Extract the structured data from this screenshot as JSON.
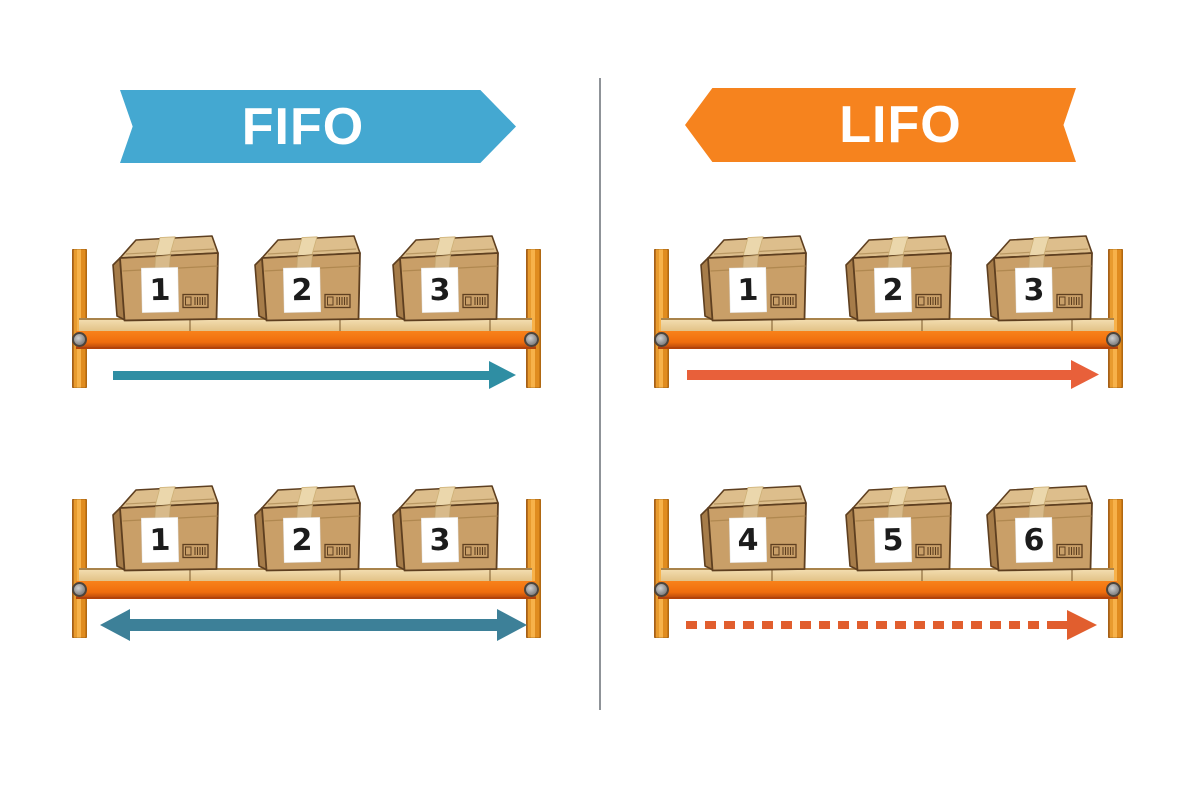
{
  "divider_color": "#8f9398",
  "panels": [
    {
      "name": "FIFO",
      "banner": {
        "label": "FIFO",
        "color": "#44a8d1",
        "text_color": "#ffffff",
        "points": "right"
      },
      "shelves": [
        {
          "boxes": [
            "1",
            "2",
            "3"
          ],
          "arrow": {
            "style": "solid",
            "direction": "right",
            "color": "#2f8ea3"
          }
        },
        {
          "boxes": [
            "1",
            "2",
            "3"
          ],
          "arrow": {
            "style": "solid",
            "direction": "both",
            "color": "#3d8098"
          }
        }
      ]
    },
    {
      "name": "LIFO",
      "banner": {
        "label": "LIFO",
        "color": "#f6831e",
        "text_color": "#ffffff",
        "points": "left"
      },
      "shelves": [
        {
          "boxes": [
            "1",
            "2",
            "3"
          ],
          "arrow": {
            "style": "solid",
            "direction": "right",
            "color": "#e8603a"
          }
        },
        {
          "boxes": [
            "4",
            "5",
            "6"
          ],
          "arrow": {
            "style": "dashed",
            "direction": "right",
            "color": "#e15e2e"
          }
        }
      ]
    }
  ],
  "palette": {
    "background": "#ffffff",
    "shelf_beam": "#f2740e",
    "shelf_beam_edge": "#c14e0c",
    "shelf_surface": "#edd49f",
    "shelf_post": "#e9992c",
    "bolt": "#8f8f8f",
    "box_front": "#c99f68",
    "box_top": "#ddbe8c",
    "box_side": "#a67c49",
    "box_outline": "#5e3f20",
    "box_tape": "#ead5a9",
    "label_bg": "#ffffff",
    "label_text": "#1c1c1c"
  }
}
